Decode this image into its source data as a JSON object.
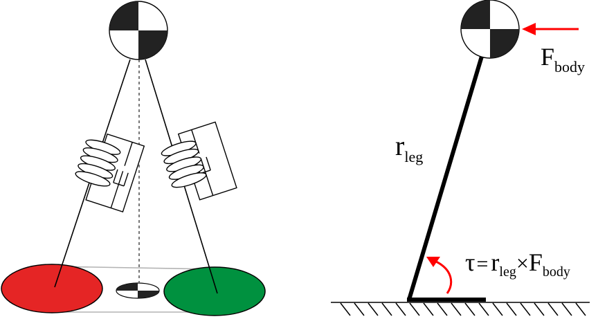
{
  "left_figure": {
    "com_marker": "com-checker-icon",
    "left_foot_color": "#e52525",
    "right_foot_color": "#00913f",
    "ground_com_marker": "com-checker-icon"
  },
  "right_figure": {
    "force_label": {
      "base": "F",
      "sub": "body"
    },
    "leg_label": {
      "base": "r",
      "sub": "leg"
    },
    "torque_equation": {
      "tau": "τ",
      "equals": "=",
      "r": "r",
      "r_sub": "leg",
      "times": "×",
      "f": "F",
      "f_sub": "body"
    },
    "force_arrow_color": "#ff0000",
    "torque_arrow_color": "#ff0000"
  }
}
